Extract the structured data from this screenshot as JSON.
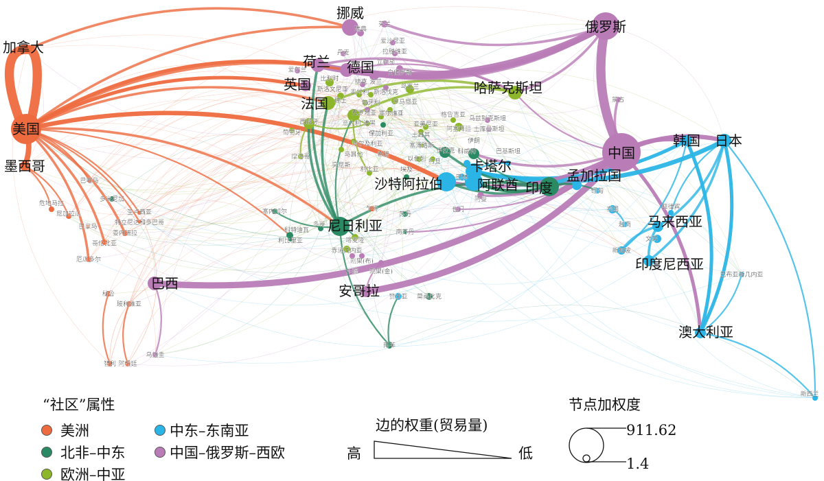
{
  "communities": {
    "americas": {
      "label": "美洲",
      "color": "#ee6a3f"
    },
    "nafrica_me": {
      "label": "北非–中东",
      "color": "#2a8a63"
    },
    "europe_ca": {
      "label": "欧洲–中亚",
      "color": "#8db62a"
    },
    "me_sea": {
      "label": "中东–东南亚",
      "color": "#2bb5e6"
    },
    "china_ru_weu": {
      "label": "中国–俄罗斯–西欧",
      "color": "#b97cb7"
    }
  },
  "legend": {
    "community_title": "“社区”属性",
    "edge_title": "边的权重(贸易量)",
    "edge_high": "高",
    "edge_low": "低",
    "node_title": "节点加权度",
    "node_max": "911.62",
    "node_min": "1.4"
  },
  "nodes": [
    {
      "name": "美国",
      "c": "americas"
    },
    {
      "name": "加拿大",
      "c": "americas"
    },
    {
      "name": "墨西哥",
      "c": "americas"
    },
    {
      "name": "巴哈马",
      "c": "americas"
    },
    {
      "name": "危地马拉",
      "c": "americas"
    },
    {
      "name": "尼加拉瓜",
      "c": "americas"
    },
    {
      "name": "巴拿马",
      "c": "americas"
    },
    {
      "name": "哥伦比亚",
      "c": "americas"
    },
    {
      "name": "委内瑞拉",
      "c": "americas"
    },
    {
      "name": "圣卢西亚",
      "c": "americas"
    },
    {
      "name": "特立尼达和多巴哥",
      "c": "americas"
    },
    {
      "name": "厄瓜多尔",
      "c": "americas"
    },
    {
      "name": "秘鲁",
      "c": "americas"
    },
    {
      "name": "玻利维亚",
      "c": "americas"
    },
    {
      "name": "智利",
      "c": "americas"
    },
    {
      "name": "阿根廷",
      "c": "americas"
    },
    {
      "name": "乍得",
      "c": "americas"
    },
    {
      "name": "尼日利亚",
      "c": "nafrica_me"
    },
    {
      "name": "印度",
      "c": "nafrica_me"
    },
    {
      "name": "伊拉克",
      "c": "nafrica_me"
    },
    {
      "name": "伊朗",
      "c": "nafrica_me"
    },
    {
      "name": "塞内加尔",
      "c": "nafrica_me"
    },
    {
      "name": "多米尼加",
      "c": "nafrica_me"
    },
    {
      "name": "科特迪瓦",
      "c": "nafrica_me"
    },
    {
      "name": "利比里亚",
      "c": "nafrica_me"
    },
    {
      "name": "多哥",
      "c": "nafrica_me"
    },
    {
      "name": "埃及",
      "c": "nafrica_me"
    },
    {
      "name": "苏丹",
      "c": "nafrica_me"
    },
    {
      "name": "南苏丹",
      "c": "nafrica_me"
    },
    {
      "name": "南非",
      "c": "nafrica_me"
    },
    {
      "name": "莫桑比克",
      "c": "nafrica_me"
    },
    {
      "name": "希腊",
      "c": "nafrica_me"
    },
    {
      "name": "法国",
      "c": "europe_ca"
    },
    {
      "name": "哈萨克斯坦",
      "c": "europe_ca"
    },
    {
      "name": "西班牙",
      "c": "europe_ca"
    },
    {
      "name": "葡萄牙",
      "c": "europe_ca"
    },
    {
      "name": "意大利",
      "c": "europe_ca"
    },
    {
      "name": "阿尔及利亚",
      "c": "europe_ca"
    },
    {
      "name": "比利时",
      "c": "europe_ca"
    },
    {
      "name": "瑞士",
      "c": "europe_ca"
    },
    {
      "name": "奥地利",
      "c": "europe_ca"
    },
    {
      "name": "匈牙利",
      "c": "europe_ca"
    },
    {
      "name": "斯洛文尼亚",
      "c": "europe_ca"
    },
    {
      "name": "克罗地亚",
      "c": "europe_ca"
    },
    {
      "name": "罗马尼亚",
      "c": "europe_ca"
    },
    {
      "name": "保加利亚",
      "c": "europe_ca"
    },
    {
      "name": "塞尔维亚",
      "c": "europe_ca"
    },
    {
      "name": "格鲁吉亚",
      "c": "europe_ca"
    },
    {
      "name": "亚美尼亚",
      "c": "europe_ca"
    },
    {
      "name": "阿塞拜疆",
      "c": "europe_ca"
    },
    {
      "name": "土耳其",
      "c": "europe_ca"
    },
    {
      "name": "乌克兰",
      "c": "europe_ca"
    },
    {
      "name": "摩洛哥",
      "c": "europe_ca"
    },
    {
      "name": "突尼斯",
      "c": "europe_ca"
    },
    {
      "name": "马耳他",
      "c": "europe_ca"
    },
    {
      "name": "利比亚",
      "c": "europe_ca"
    },
    {
      "name": "以色列",
      "c": "europe_ca"
    },
    {
      "name": "约旦",
      "c": "europe_ca"
    },
    {
      "name": "塞浦路斯",
      "c": "europe_ca"
    },
    {
      "name": "喀麦隆",
      "c": "europe_ca"
    },
    {
      "name": "赤道几内亚",
      "c": "europe_ca"
    },
    {
      "name": "中国",
      "c": "china_ru_weu"
    },
    {
      "name": "俄罗斯",
      "c": "china_ru_weu"
    },
    {
      "name": "挪威",
      "c": "china_ru_weu"
    },
    {
      "name": "荷兰",
      "c": "china_ru_weu"
    },
    {
      "name": "德国",
      "c": "china_ru_weu"
    },
    {
      "name": "英国",
      "c": "china_ru_weu"
    },
    {
      "name": "瑞典",
      "c": "china_ru_weu"
    },
    {
      "name": "芬兰",
      "c": "china_ru_weu"
    },
    {
      "name": "爱沙尼亚",
      "c": "china_ru_weu"
    },
    {
      "name": "拉脱维亚",
      "c": "china_ru_weu"
    },
    {
      "name": "立陶宛",
      "c": "china_ru_weu"
    },
    {
      "name": "白俄罗斯",
      "c": "china_ru_weu"
    },
    {
      "name": "爱尔兰",
      "c": "china_ru_weu"
    },
    {
      "name": "丹麦",
      "c": "china_ru_weu"
    },
    {
      "name": "波兰",
      "c": "china_ru_weu"
    },
    {
      "name": "捷克",
      "c": "china_ru_weu"
    },
    {
      "name": "斯洛伐克",
      "c": "china_ru_weu"
    },
    {
      "name": "波黑",
      "c": "china_ru_weu"
    },
    {
      "name": "蒙古",
      "c": "china_ru_weu"
    },
    {
      "name": "巴西",
      "c": "china_ru_weu"
    },
    {
      "name": "安哥拉",
      "c": "china_ru_weu"
    },
    {
      "name": "乌拉圭",
      "c": "china_ru_weu"
    },
    {
      "name": "加蓬",
      "c": "china_ru_weu"
    },
    {
      "name": "刚果(布)",
      "c": "china_ru_weu"
    },
    {
      "name": "刚果(金)",
      "c": "china_ru_weu"
    },
    {
      "name": "也门",
      "c": "china_ru_weu"
    },
    {
      "name": "阿曼",
      "c": "china_ru_weu"
    },
    {
      "name": "乌兹别克斯坦",
      "c": "china_ru_weu"
    },
    {
      "name": "土库曼斯坦",
      "c": "china_ru_weu"
    },
    {
      "name": "日本",
      "c": "me_sea"
    },
    {
      "name": "韩国",
      "c": "me_sea"
    },
    {
      "name": "沙特阿拉伯",
      "c": "me_sea"
    },
    {
      "name": "卡塔尔",
      "c": "me_sea"
    },
    {
      "name": "阿联酋",
      "c": "me_sea"
    },
    {
      "name": "澳大利亚",
      "c": "me_sea"
    },
    {
      "name": "马来西亚",
      "c": "me_sea"
    },
    {
      "name": "印度尼西亚",
      "c": "me_sea"
    },
    {
      "name": "孟加拉国",
      "c": "me_sea"
    },
    {
      "name": "缅甸",
      "c": "me_sea"
    },
    {
      "name": "泰国",
      "c": "me_sea"
    },
    {
      "name": "越南",
      "c": "me_sea"
    },
    {
      "name": "新加坡",
      "c": "me_sea"
    },
    {
      "name": "文莱",
      "c": "me_sea"
    },
    {
      "name": "菲律宾",
      "c": "me_sea"
    },
    {
      "name": "巴布亚新几内亚",
      "c": "me_sea"
    },
    {
      "name": "新西兰",
      "c": "me_sea"
    },
    {
      "name": "巴基斯坦",
      "c": "me_sea"
    },
    {
      "name": "科威特",
      "c": "me_sea"
    },
    {
      "name": "巴林",
      "c": "me_sea"
    },
    {
      "name": "赞比亚",
      "c": "me_sea"
    }
  ],
  "edges": [
    [
      "美国",
      "加拿大",
      9
    ],
    [
      "美国",
      "墨西哥",
      5
    ],
    [
      "中国",
      "俄罗斯",
      9
    ],
    [
      "俄罗斯",
      "荷兰",
      6
    ],
    [
      "俄罗斯",
      "德国",
      5
    ],
    [
      "中国",
      "巴西",
      6
    ],
    [
      "中国",
      "安哥拉",
      6
    ],
    [
      "美国",
      "沙特阿拉伯",
      4
    ],
    [
      "中国",
      "日本",
      4
    ],
    [
      "中国",
      "韩国",
      4
    ],
    [
      "中国",
      "澳大利亚",
      3
    ],
    [
      "日本",
      "澳大利亚",
      3
    ],
    [
      "韩国",
      "澳大利亚",
      3
    ],
    [
      "日本",
      "卡塔尔",
      4
    ],
    [
      "韩国",
      "卡塔尔",
      3
    ],
    [
      "中国",
      "沙特阿拉伯",
      3
    ],
    [
      "印度",
      "阿联酋",
      3
    ],
    [
      "美国",
      "荷兰",
      3
    ],
    [
      "美国",
      "英国",
      3
    ],
    [
      "美国",
      "德国",
      2
    ],
    [
      "美国",
      "挪威",
      2
    ],
    [
      "加拿大",
      "挪威",
      2
    ],
    [
      "美国",
      "哥伦比亚",
      2
    ],
    [
      "美国",
      "委内瑞拉",
      2
    ],
    [
      "美国",
      "厄瓜多尔",
      2
    ],
    [
      "美国",
      "巴哈马",
      1
    ],
    [
      "美国",
      "尼日利亚",
      2
    ],
    [
      "美国",
      "法国",
      2
    ],
    [
      "尼日利亚",
      "法国",
      2
    ],
    [
      "尼日利亚",
      "西班牙",
      2
    ],
    [
      "尼日利亚",
      "荷兰",
      2
    ],
    [
      "尼日利亚",
      "印度",
      2
    ],
    [
      "尼日利亚",
      "意大利",
      1
    ],
    [
      "印度",
      "沙特阿拉伯",
      2
    ],
    [
      "印度",
      "伊拉克",
      2
    ],
    [
      "印度",
      "伊朗",
      1
    ],
    [
      "法国",
      "哈萨克斯坦",
      2
    ],
    [
      "意大利",
      "哈萨克斯坦",
      2
    ],
    [
      "荷兰",
      "哈萨克斯坦",
      2
    ],
    [
      "德国",
      "哈萨克斯坦",
      1
    ],
    [
      "俄罗斯",
      "白俄罗斯",
      2
    ],
    [
      "俄罗斯",
      "波兰",
      2
    ],
    [
      "俄罗斯",
      "芬兰",
      2
    ],
    [
      "中国",
      "蒙古",
      2
    ],
    [
      "中国",
      "伊朗",
      2
    ],
    [
      "中国",
      "阿曼",
      2
    ],
    [
      "印度尼西亚",
      "马来西亚",
      2
    ],
    [
      "新加坡",
      "马来西亚",
      2
    ],
    [
      "日本",
      "印度尼西亚",
      2
    ],
    [
      "日本",
      "马来西亚",
      2
    ],
    [
      "韩国",
      "新加坡",
      1
    ],
    [
      "智利",
      "秘鲁",
      1
    ],
    [
      "阿根廷",
      "玻利维亚",
      1
    ],
    [
      "巴西",
      "乌拉圭",
      1
    ],
    [
      "南非",
      "尼日利亚",
      1
    ],
    [
      "南非",
      "赞比亚",
      1
    ],
    [
      "安哥拉",
      "刚果(金)",
      1
    ],
    [
      "阿尔及利亚",
      "西班牙",
      1
    ],
    [
      "阿尔及利亚",
      "意大利",
      1
    ],
    [
      "利比亚",
      "意大利",
      1
    ],
    [
      "摩洛哥",
      "西班牙",
      1
    ],
    [
      "中国",
      "也门",
      1
    ],
    [
      "日本",
      "新西兰",
      1
    ],
    [
      "澳大利亚",
      "新西兰",
      1
    ],
    [
      "巴布亚新几内亚",
      "澳大利亚",
      1
    ],
    [
      "墨西哥",
      "尼加拉瓜",
      1
    ],
    [
      "墨西哥",
      "危地马拉",
      1
    ],
    [
      "美国",
      "特立尼达和多巴哥",
      1
    ],
    [
      "美国",
      "圣卢西亚",
      1
    ],
    [
      "中国",
      "哈萨克斯坦",
      1
    ],
    [
      "俄罗斯",
      "哈萨克斯坦",
      2
    ],
    [
      "美国",
      "科特迪瓦",
      1
    ],
    [
      "尼日利亚",
      "塞内加尔",
      1
    ],
    [
      "尼日利亚",
      "喀麦隆",
      1
    ],
    [
      "伊拉克",
      "土耳其",
      1
    ],
    [
      "沙特阿拉伯",
      "阿联酋",
      1
    ],
    [
      "卡塔尔",
      "巴基斯坦",
      1
    ],
    [
      "印度",
      "孟加拉国",
      1
    ],
    [
      "印度",
      "缅甸",
      1
    ],
    [
      "泰国",
      "越南",
      1
    ],
    [
      "菲律宾",
      "日本",
      1
    ],
    [
      "中国",
      "南苏丹",
      1
    ]
  ]
}
